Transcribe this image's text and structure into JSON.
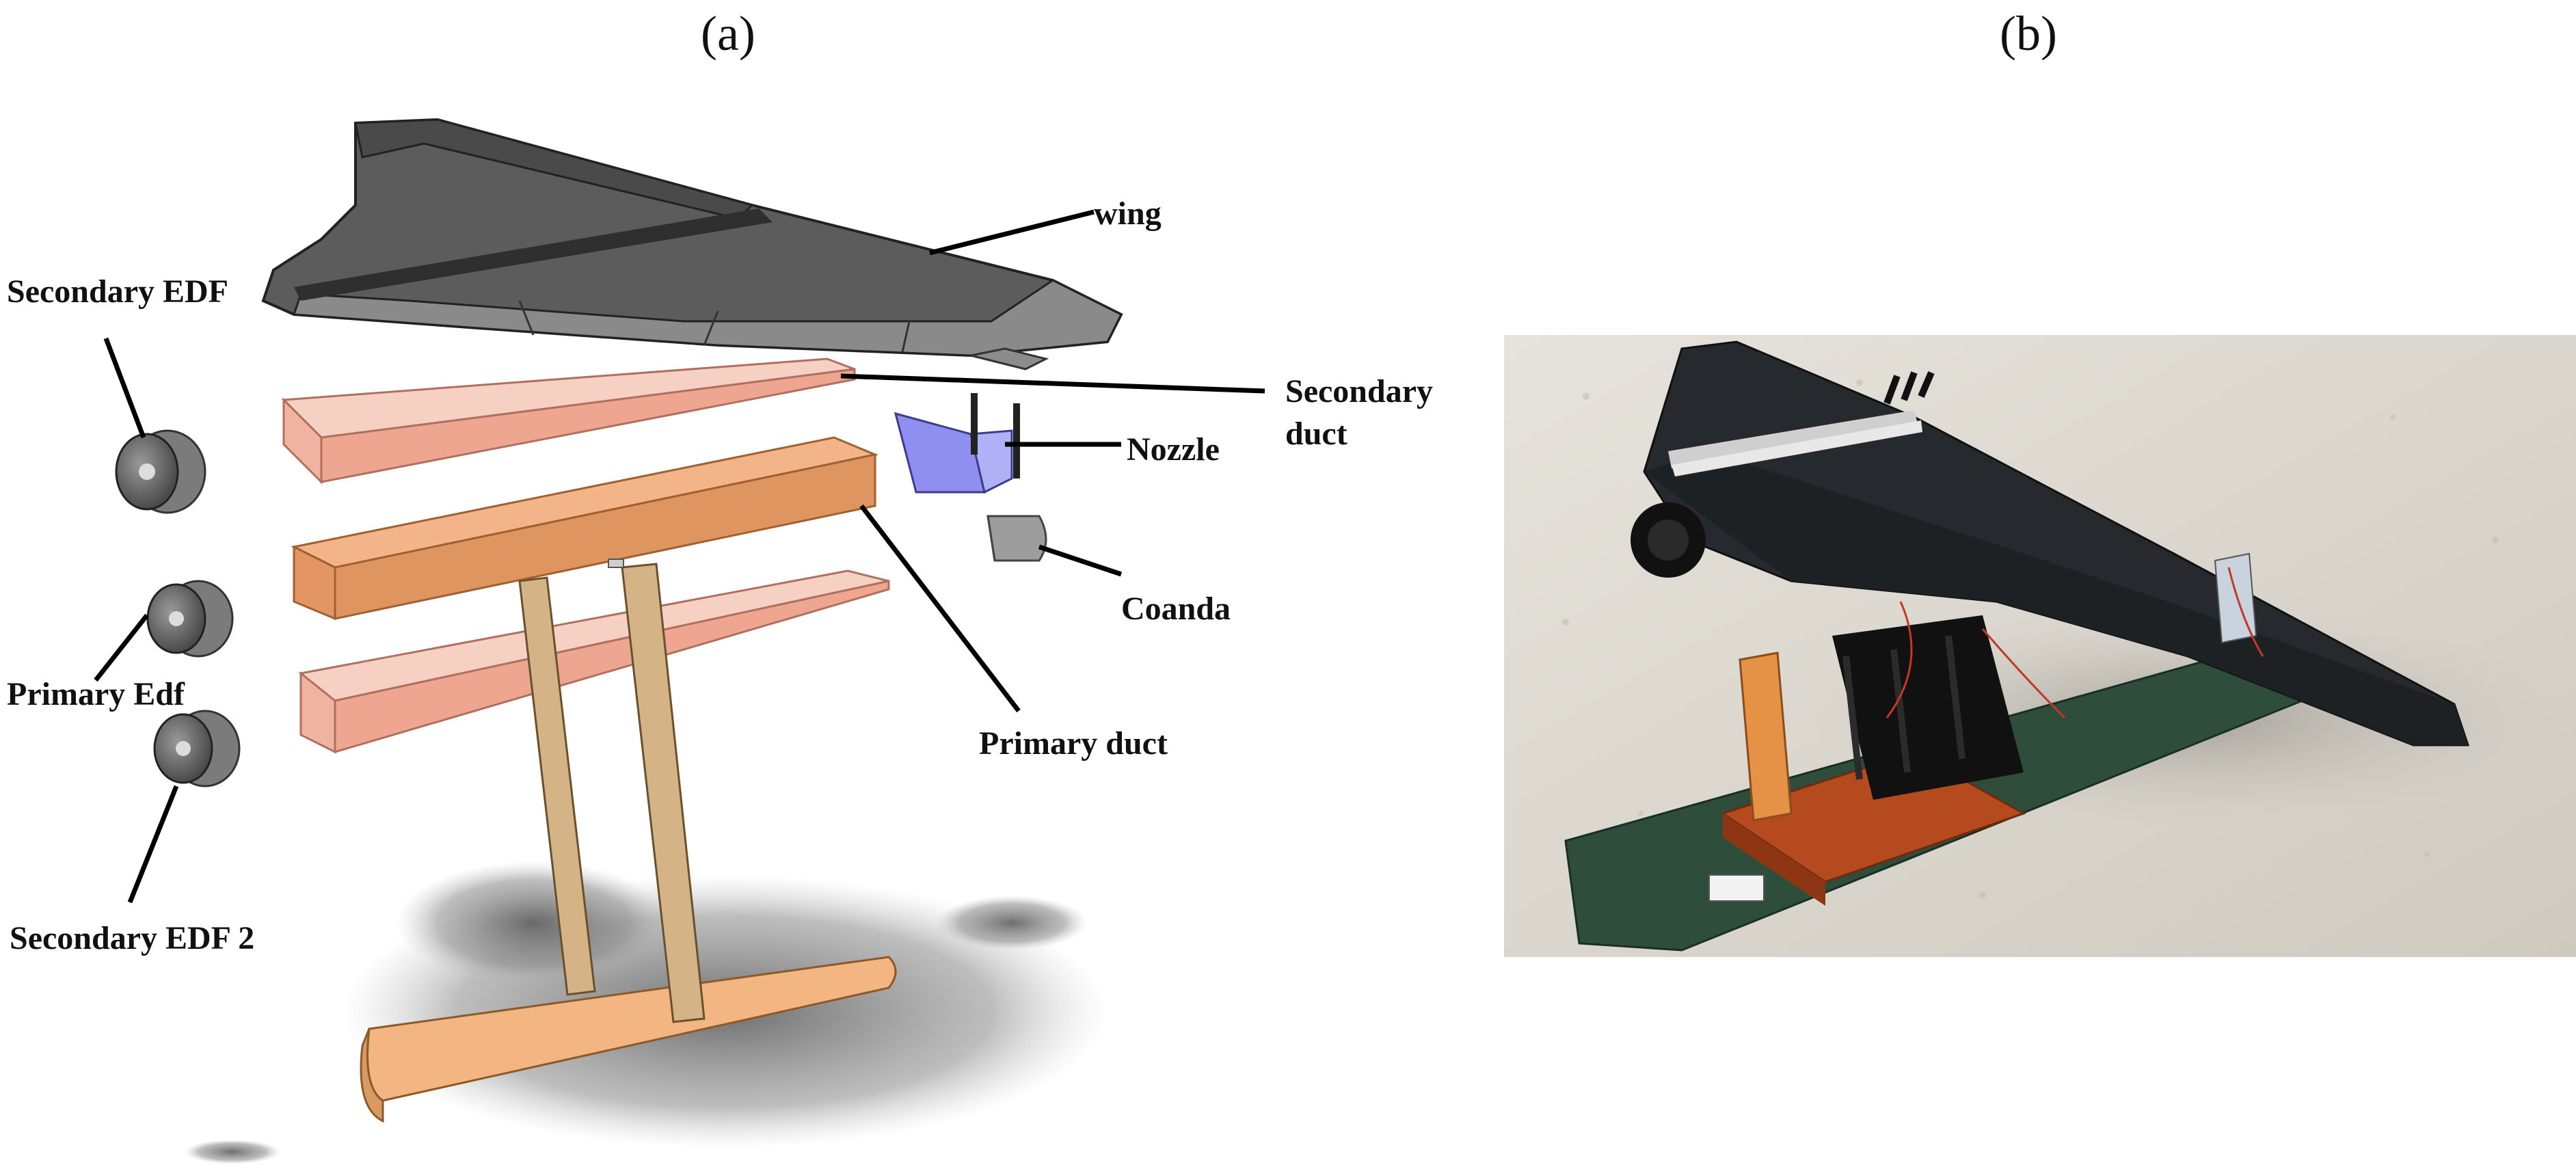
{
  "panels": {
    "a": {
      "label": "(a)"
    },
    "b": {
      "label": "(b)"
    }
  },
  "callouts": {
    "wing": "wing",
    "secondary_edf": "Secondary EDF",
    "secondary_duct_line1": "Secondary",
    "secondary_duct_line2": "duct",
    "nozzle": "Nozzle",
    "coanda": "Coanda",
    "primary_edf": "Primary Edf",
    "primary_duct": "Primary duct",
    "secondary_edf_2": "Secondary EDF 2"
  },
  "colors": {
    "wing_dark": "#4d4d4d",
    "wing_mid": "#6e6e6e",
    "secondary_duct": "#f1b9a6",
    "primary_duct": "#e9a06f",
    "nozzle": "#9b9bf2",
    "stand_wood": "#d9b98a",
    "base_wood": "#f3b682",
    "photo_floor": "#dcd9d2",
    "photo_base": "#2e4d3a",
    "photo_model": "#222629"
  }
}
